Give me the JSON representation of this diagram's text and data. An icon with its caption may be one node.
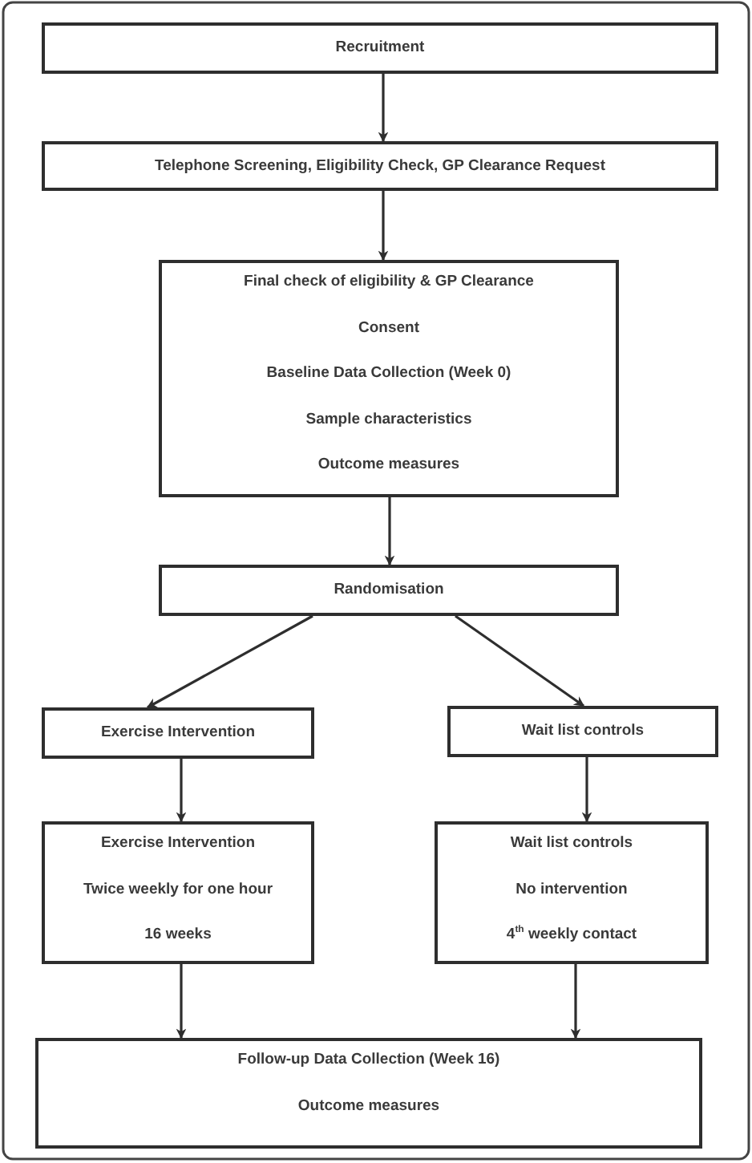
{
  "diagram": {
    "nodes": [
      {
        "text": [
          "Recruitment"
        ]
      },
      {
        "text": [
          "Telephone Screening, Eligibility Check, GP Clearance Request"
        ]
      },
      {
        "text": [
          "Final check of eligibility & GP Clearance",
          "Consent",
          "Baseline Data Collection (Week 0)",
          "Sample characteristics",
          "Outcome measures"
        ]
      },
      {
        "text": [
          "Randomisation"
        ]
      },
      {
        "text": [
          "Exercise Intervention"
        ]
      },
      {
        "text": [
          "Wait list controls"
        ]
      },
      {
        "text": [
          "Exercise Intervention",
          "Twice weekly for one hour",
          "16 weeks"
        ]
      },
      {
        "text": [
          "Wait list controls",
          "No intervention",
          "4$^{th}$ weekly contact"
        ]
      },
      {
        "text": [
          "Follow-up Data Collection (Week 16)",
          "Outcome measures"
        ]
      }
    ],
    "edges": [
      {
        "from": 0,
        "to": 1,
        "arrow": "to"
      },
      {
        "from": 1,
        "to": 2,
        "arrow": "to"
      },
      {
        "from": 2,
        "to": 3,
        "arrow": "to"
      },
      {
        "from": 3,
        "to": 4,
        "arrow": "to"
      },
      {
        "from": 3,
        "to": 5,
        "arrow": "to"
      },
      {
        "from": 4,
        "to": 6,
        "arrow": "to"
      },
      {
        "from": 5,
        "to": 7,
        "arrow": "to"
      },
      {
        "from": 6,
        "to": 8,
        "arrow": "to"
      },
      {
        "from": 7,
        "to": 8,
        "arrow": "to"
      }
    ]
  }
}
